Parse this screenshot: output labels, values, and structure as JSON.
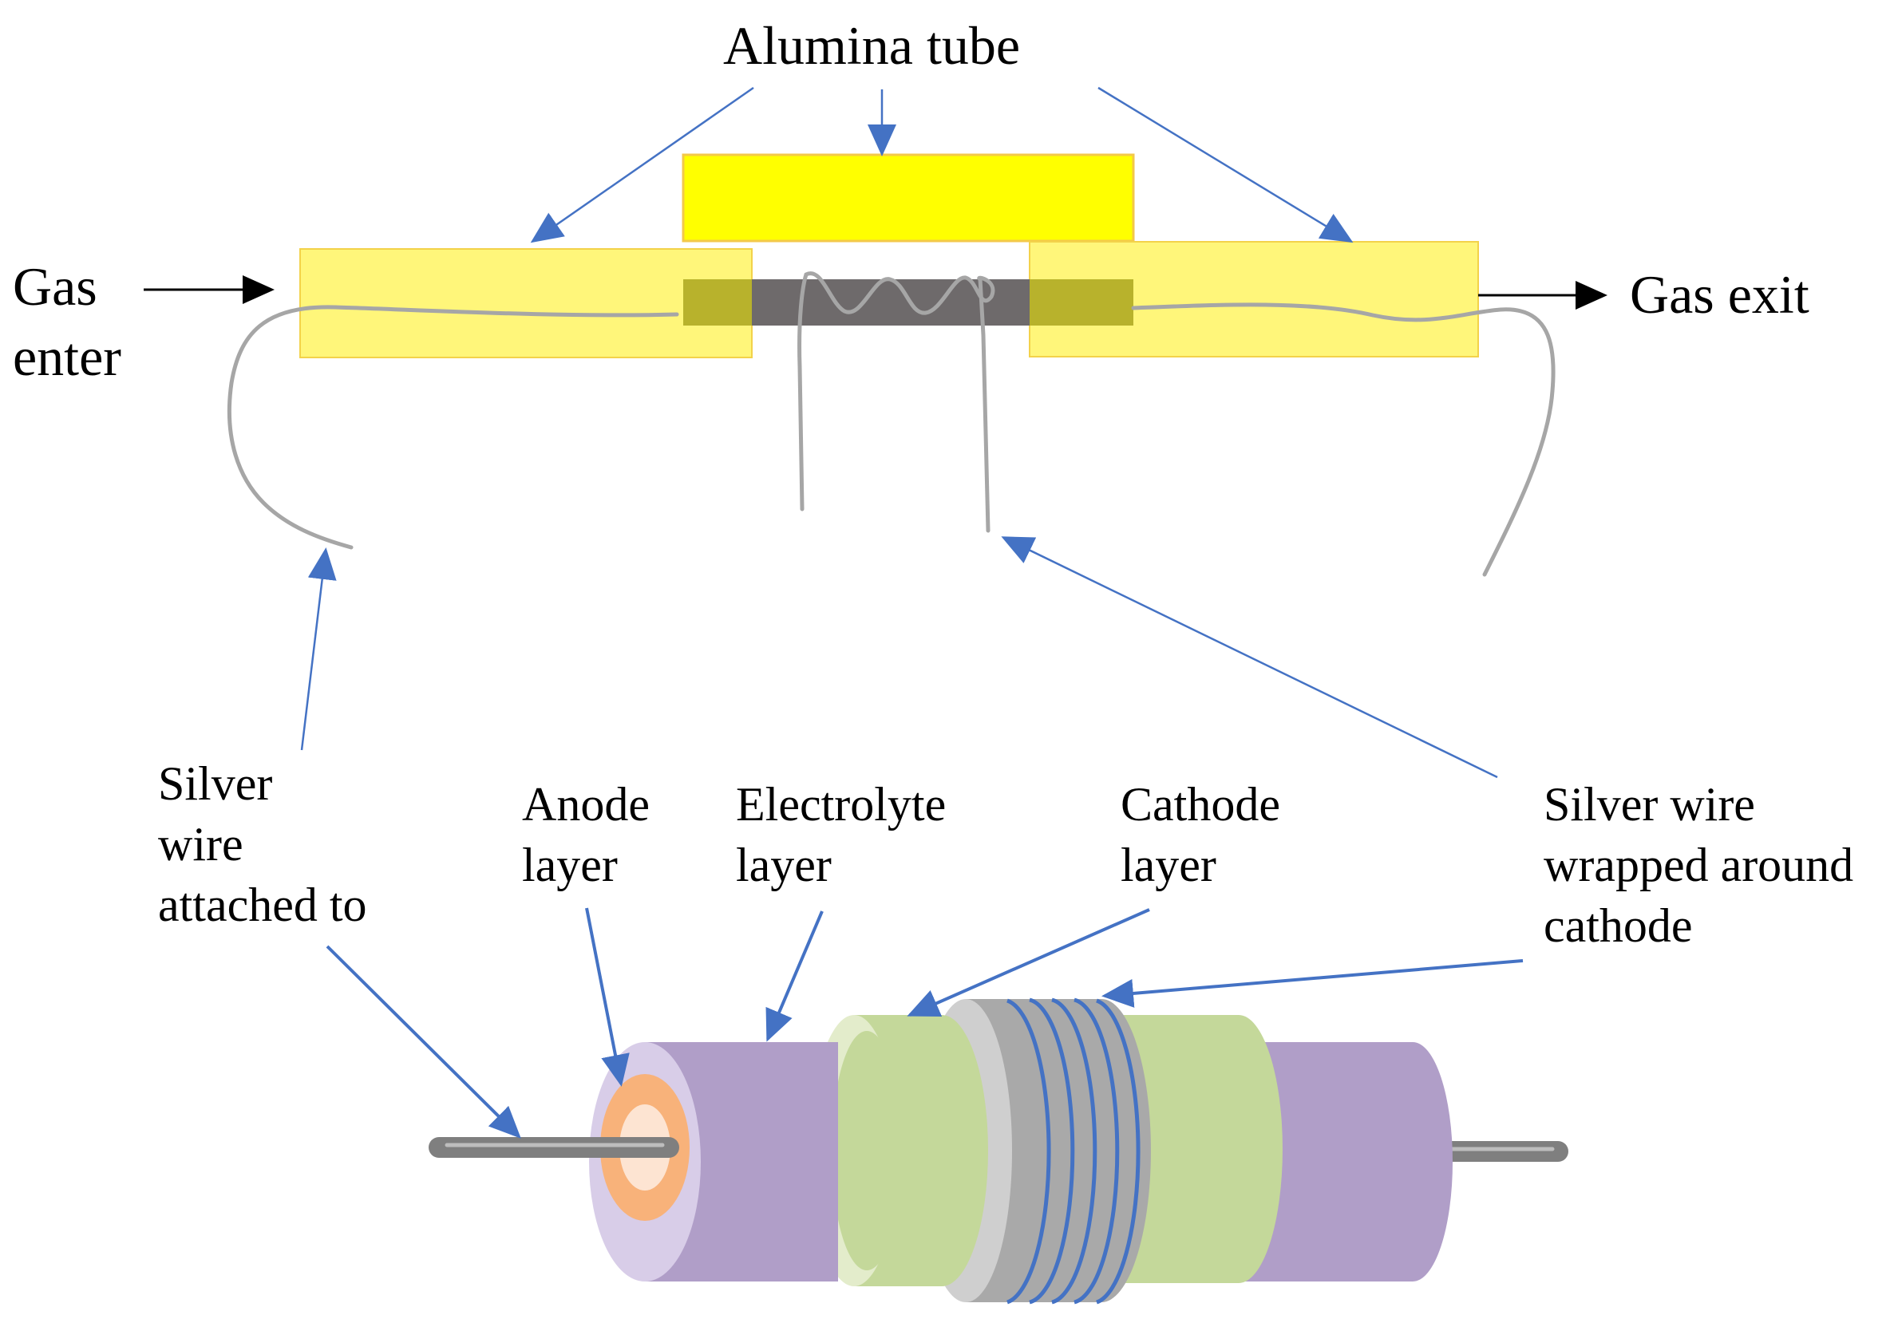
{
  "labels": {
    "alumina_tube": "Alumina tube",
    "gas_enter_line1": "Gas",
    "gas_enter_line2": "enter",
    "gas_exit": "Gas exit",
    "silver_wire_anode_line1": "Silver",
    "silver_wire_anode_line2": "wire",
    "silver_wire_anode_line3": "attached to",
    "anode_line1": "Anode",
    "anode_line2": "layer",
    "electrolyte_line1": "Electrolyte",
    "electrolyte_line2": "layer",
    "cathode_line1": "Cathode",
    "cathode_line2": "layer",
    "silver_wire_cathode_line1": "Silver wire",
    "silver_wire_cathode_line2": "wrapped around",
    "silver_wire_cathode_line3": "cathode"
  },
  "colors": {
    "alumina_tube_light": "#fff67a",
    "alumina_tube_top": "#ffff00",
    "tube_border": "#f3d24a",
    "cell_dark": "#6e6a6b",
    "cell_overlap": "#b8b22c",
    "silver_wire": "#a6a6a6",
    "callout_arrow": "#4472c4",
    "electrolyte": "#b09ec8",
    "electrolyte_face": "#d8cde8",
    "anode": "#f8b27a",
    "anode_core": "#fde4d2",
    "cathode": "#c4d89a",
    "cathode_face": "#e3eccb",
    "current_collector": "#a9a9a9",
    "current_collector_light": "#cfcfcf",
    "wire_rod": "#7f7f7f"
  }
}
